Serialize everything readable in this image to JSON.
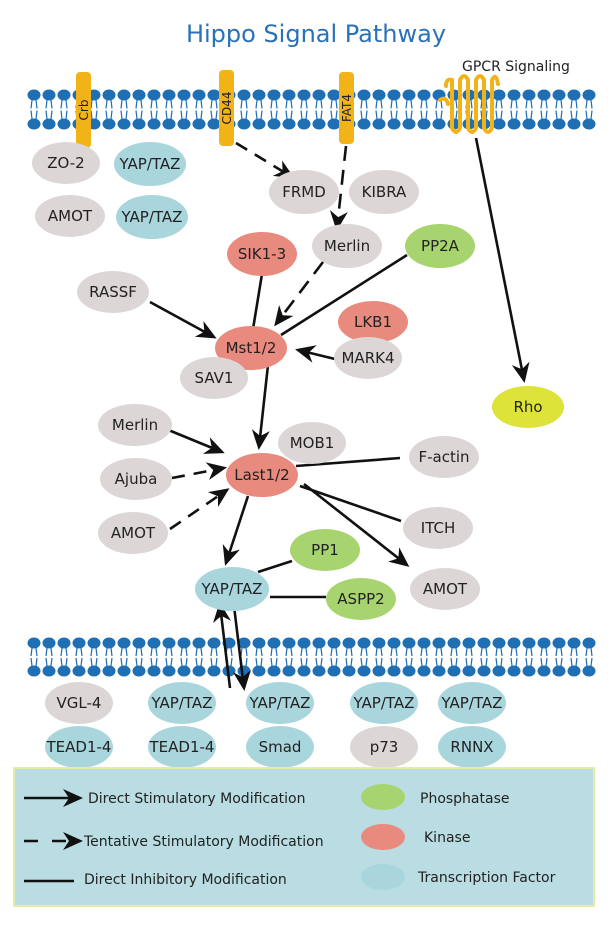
{
  "title": "Hippo Signal Pathway",
  "gpcr_label": "GPCR Signaling",
  "colors": {
    "title": "#2a72b8",
    "membrane": "#1f6fb5",
    "receptor": "#f2b318",
    "kinase": "#e98a7e",
    "phosphatase": "#a8d46f",
    "tf": "#a9d5dc",
    "other": "#dcd6d6",
    "rho": "#dde338",
    "legend_bg": "#b9dde3"
  },
  "receptors": [
    "Crb",
    "CD44",
    "FAT4"
  ],
  "nodes": {
    "zo2": "ZO-2",
    "yaptaz_top1": "YAP/TAZ",
    "amot_top": "AMOT",
    "yaptaz_top2": "YAP/TAZ",
    "frmd": "FRMD",
    "kibra": "KIBRA",
    "merlin_top": "Merlin",
    "sik": "SIK1-3",
    "pp2a": "PP2A",
    "rassf": "RASSF",
    "lkb1": "LKB1",
    "mst": "Mst1/2",
    "mark4": "MARK4",
    "sav1": "SAV1",
    "rho": "Rho",
    "merlin_mid": "Merlin",
    "mob1": "MOB1",
    "ajuba": "Ajuba",
    "last": "Last1/2",
    "factin": "F-actin",
    "amot_mid": "AMOT",
    "itch": "ITCH",
    "pp1": "PP1",
    "yaptaz_mid": "YAP/TAZ",
    "aspp2": "ASPP2",
    "amot_right": "AMOT"
  },
  "nuclear_pairs": [
    {
      "top": "VGL-4",
      "bottom": "TEAD1-4"
    },
    {
      "top": "YAP/TAZ",
      "bottom": "TEAD1-4"
    },
    {
      "top": "YAP/TAZ",
      "bottom": "Smad"
    },
    {
      "top": "YAP/TAZ",
      "bottom": "p73"
    },
    {
      "top": "YAP/TAZ",
      "bottom": "RNNX"
    }
  ],
  "legend": {
    "direct_stim": "Direct Stimulatory Modification",
    "tentative_stim": "Tentative Stimulatory Modification",
    "direct_inhib": "Direct Inhibitory Modification",
    "phosphatase": "Phosphatase",
    "kinase": "Kinase",
    "tf": "Transcription Factor"
  }
}
